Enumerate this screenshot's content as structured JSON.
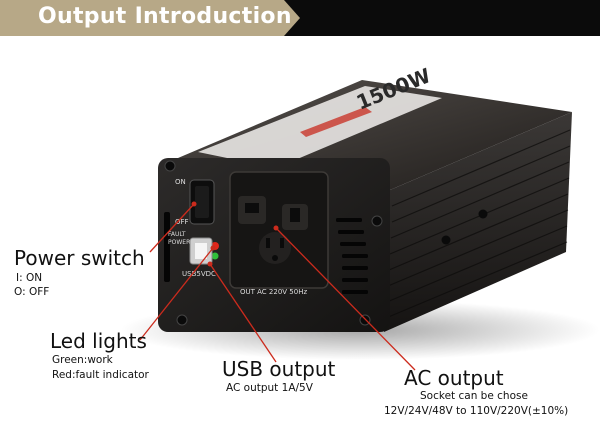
{
  "header": {
    "title": "Output Introduction",
    "accent_color": "#b7a887",
    "bar_color": "#0b0b0b"
  },
  "device": {
    "switch_on_label": "ON",
    "switch_off_label": "OFF",
    "fault_label": "FAULT",
    "power_label": "POWER",
    "usb_label": "USB5VDC",
    "outlet_label": "OUT AC 220V 50Hz",
    "brand_label": "1500W"
  },
  "callouts": {
    "power_switch": {
      "title": "Power switch",
      "line1": "I: ON",
      "line2": "O: OFF"
    },
    "led_lights": {
      "title": "Led lights",
      "line1": "Green:work",
      "line2": "Red:fault indicator"
    },
    "usb_output": {
      "title": "USB  output",
      "line1": "AC output 1A/5V"
    },
    "ac_output": {
      "title": "AC  output",
      "line1": "Socket can be chose",
      "line2": "12V/24V/48V to 110V/220V(±10%)"
    }
  },
  "colors": {
    "leader_line": "#cc2b1d",
    "led_red": "#e0261a",
    "led_green": "#2fbf3a"
  }
}
